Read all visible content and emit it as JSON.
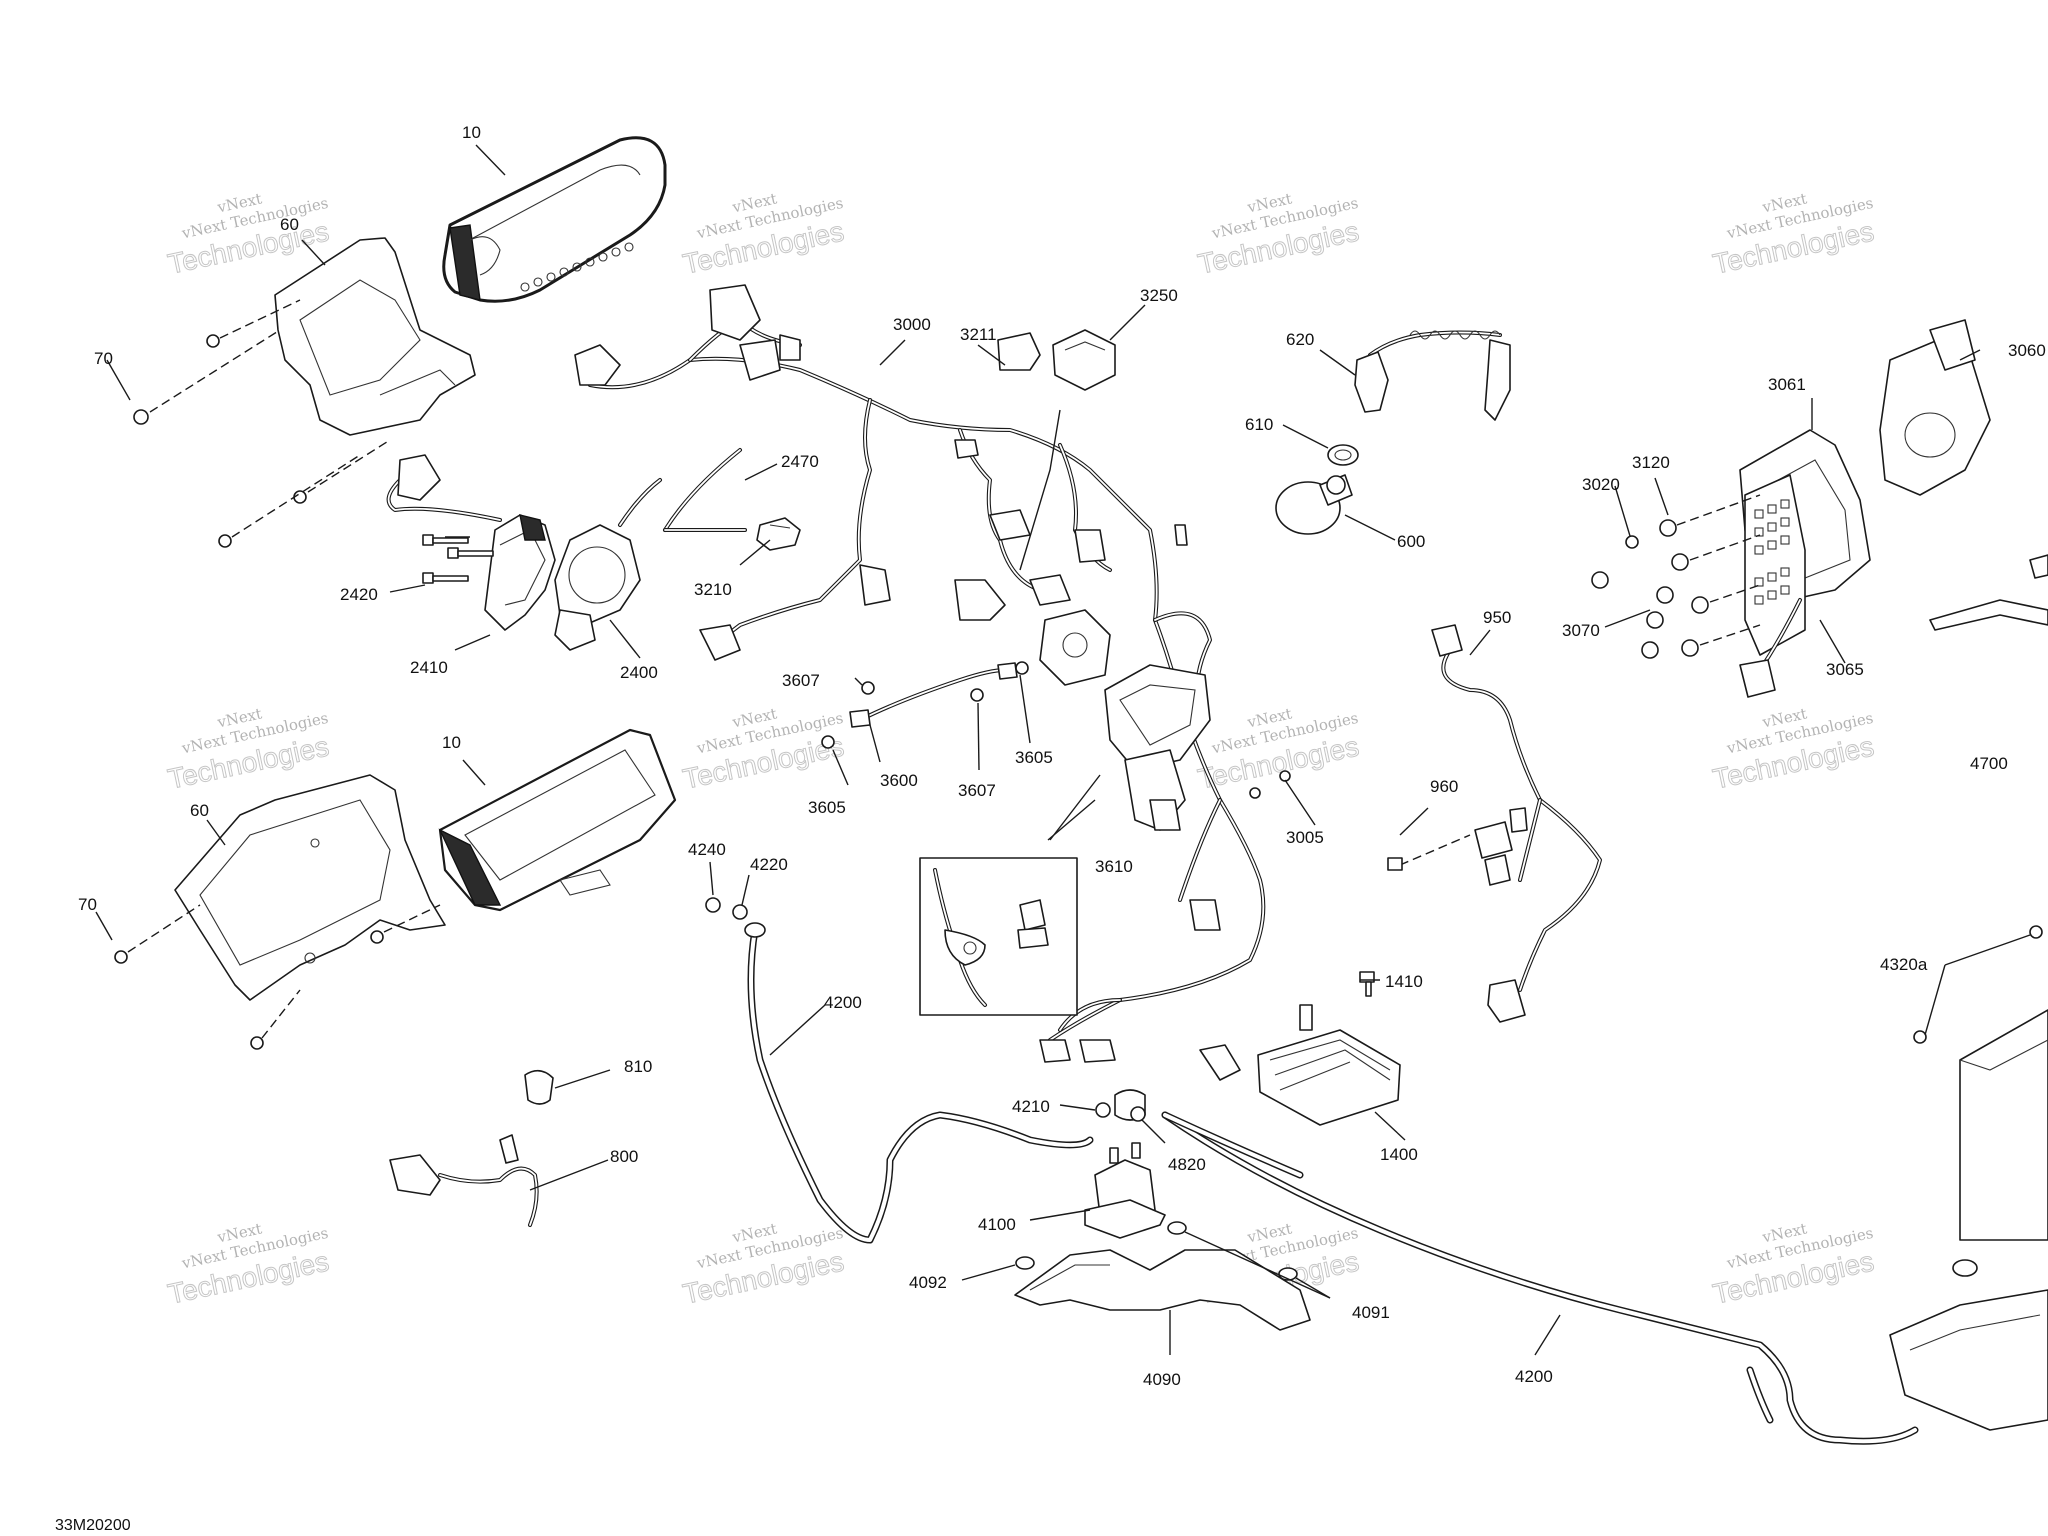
{
  "figure_ref": "33M20200",
  "watermark": {
    "line1": "vNext",
    "line2": "vNext Technologies",
    "line3": "Technologies"
  },
  "callouts": [
    {
      "id": "c10a",
      "text": "10"
    },
    {
      "id": "c60a",
      "text": "60"
    },
    {
      "id": "c70a",
      "text": "70"
    },
    {
      "id": "c10b",
      "text": "10"
    },
    {
      "id": "c60b",
      "text": "60"
    },
    {
      "id": "c70b",
      "text": "70"
    },
    {
      "id": "c3000",
      "text": "3000"
    },
    {
      "id": "c3211",
      "text": "3211"
    },
    {
      "id": "c3250",
      "text": "3250"
    },
    {
      "id": "c2470",
      "text": "2470"
    },
    {
      "id": "c3210",
      "text": "3210"
    },
    {
      "id": "c2420",
      "text": "2420"
    },
    {
      "id": "c2410",
      "text": "2410"
    },
    {
      "id": "c2400",
      "text": "2400"
    },
    {
      "id": "c3607a",
      "text": "3607"
    },
    {
      "id": "c3600",
      "text": "3600"
    },
    {
      "id": "c3607b",
      "text": "3607"
    },
    {
      "id": "c3605a",
      "text": "3605"
    },
    {
      "id": "c3605b",
      "text": "3605"
    },
    {
      "id": "c3005",
      "text": "3005"
    },
    {
      "id": "c3610",
      "text": "3610"
    },
    {
      "id": "c620",
      "text": "620"
    },
    {
      "id": "c610",
      "text": "610"
    },
    {
      "id": "c600",
      "text": "600"
    },
    {
      "id": "c950",
      "text": "950"
    },
    {
      "id": "c960",
      "text": "960"
    },
    {
      "id": "c1410",
      "text": "1410"
    },
    {
      "id": "c1400",
      "text": "1400"
    },
    {
      "id": "c3060",
      "text": "3060"
    },
    {
      "id": "c3061",
      "text": "3061"
    },
    {
      "id": "c3120",
      "text": "3120"
    },
    {
      "id": "c3020",
      "text": "3020"
    },
    {
      "id": "c3070",
      "text": "3070"
    },
    {
      "id": "c3065",
      "text": "3065"
    },
    {
      "id": "c4700",
      "text": "4700"
    },
    {
      "id": "c4320a",
      "text": "4320a"
    },
    {
      "id": "c4240",
      "text": "4240"
    },
    {
      "id": "c4220",
      "text": "4220"
    },
    {
      "id": "c4200a",
      "text": "4200"
    },
    {
      "id": "c4200b",
      "text": "4200"
    },
    {
      "id": "c810",
      "text": "810"
    },
    {
      "id": "c800",
      "text": "800"
    },
    {
      "id": "c4210",
      "text": "4210"
    },
    {
      "id": "c4820",
      "text": "4820"
    },
    {
      "id": "c4100",
      "text": "4100"
    },
    {
      "id": "c4092",
      "text": "4092"
    },
    {
      "id": "c4091",
      "text": "4091"
    },
    {
      "id": "c4090",
      "text": "4090"
    }
  ]
}
